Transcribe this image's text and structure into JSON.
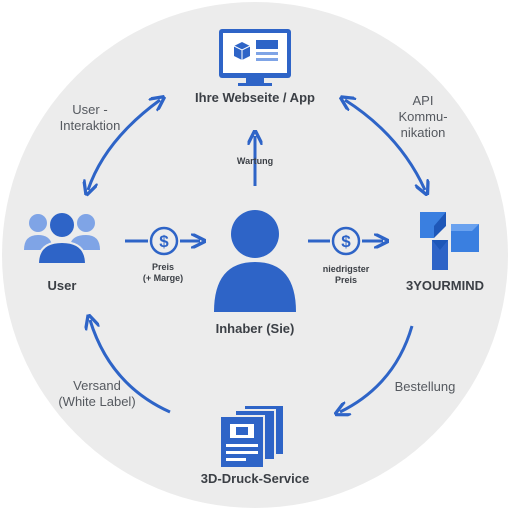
{
  "nodes": {
    "website": "Ihre Webseite / App",
    "user": "User",
    "owner": "Inhaber (Sie)",
    "yourmind": "3YOURMIND",
    "print_service": "3D-Druck-Service"
  },
  "edges": {
    "user_interaction": [
      "User -",
      "Interaktion"
    ],
    "api": [
      "API",
      "Kommu-",
      "nikation"
    ],
    "wartung": "Wartung",
    "preis": [
      "Preis",
      "(+ Marge)"
    ],
    "niedrigster": [
      "niedrigster",
      "Preis"
    ],
    "bestellung": "Bestellung",
    "versand": [
      "Versand",
      "(White Label)"
    ]
  },
  "colors": {
    "accent": "#2e64c7",
    "icon_fill": "#3a6fd0",
    "background_circle": "#ececec",
    "text": "#3b3f45"
  },
  "icons": {
    "website": "monitor-with-cube-icon",
    "user": "user-group-icon",
    "owner": "person-icon",
    "yourmind": "3yourmind-logo",
    "print_service": "stacked-documents-with-box-icon",
    "price": "dollar-coin-icon"
  }
}
